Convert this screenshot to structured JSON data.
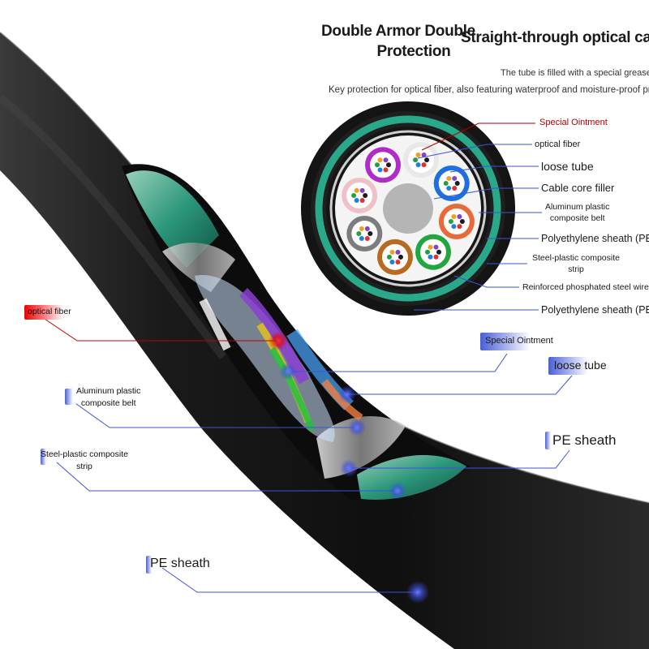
{
  "colors": {
    "sheath": "#161616",
    "green_armor": "#2aa88a",
    "callout_blue": "#3a55d8",
    "callout_red": "#e01010"
  },
  "headings": {
    "left": [
      "Double Armor Double",
      "Protection"
    ],
    "right": "Straight-through optical cable"
  },
  "subtitle": {
    "line1": "The tube is filled with a special grease,",
    "line2": "Key protection for optical fiber, also featuring waterproof and moisture-proof prope"
  },
  "cross_section_labels": {
    "special_ointment": "Special Ointment",
    "optical_fiber": "optical fiber",
    "loose_tube": "loose tube",
    "cable_core_filler": "Cable core filler",
    "aluminum_belt": [
      "Aluminum plastic",
      "composite belt"
    ],
    "pe_sheath_1": "Polyethylene sheath (PE)",
    "steel_plastic_strip": [
      "Steel-plastic composite",
      "strip"
    ],
    "steel_wire": "Reinforced phosphated steel wire",
    "pe_sheath_2": "Polyethylene sheath (PE)"
  },
  "cable_labels": {
    "optical_fiber": "optical fiber",
    "special_ointment": "Special Ointment",
    "loose_tube": "loose tube",
    "aluminum_belt": [
      "Aluminum plastic",
      "composite belt"
    ],
    "pe_sheath_upper": "PE sheath",
    "steel_plastic_strip": [
      "Steel-plastic composite",
      "strip"
    ],
    "pe_sheath_lower": "PE sheath"
  }
}
